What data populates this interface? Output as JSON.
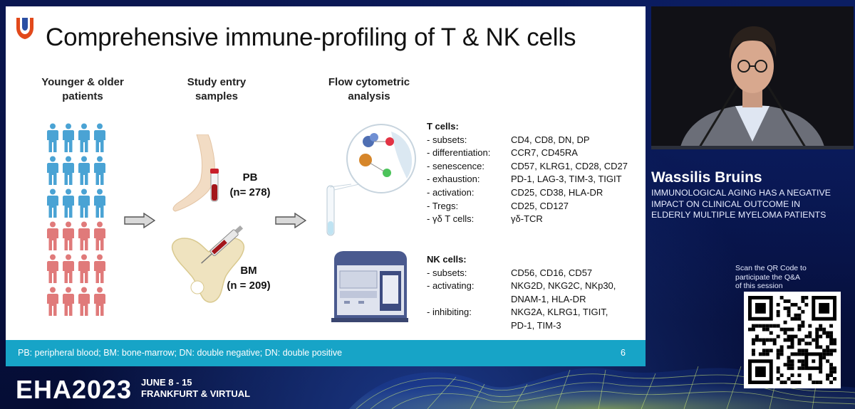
{
  "slide": {
    "title": "Comprehensive immune-profiling of T & NK cells",
    "columns": [
      {
        "lines": [
          "Younger & older",
          "patients"
        ]
      },
      {
        "lines": [
          "Study entry",
          "samples"
        ]
      },
      {
        "lines": [
          "Flow cytometric",
          "analysis"
        ]
      }
    ],
    "samples": {
      "pb": {
        "line1": "PB",
        "line2": "(n= 278)"
      },
      "bm": {
        "line1": "BM",
        "line2": "(n = 209)"
      }
    },
    "t_cells": {
      "title": "T cells:",
      "rows": [
        {
          "k": "- subsets:",
          "v": "CD4, CD8, DN, DP"
        },
        {
          "k": "- differentiation:",
          "v": "CCR7, CD45RA"
        },
        {
          "k": "- senescence:",
          "v": "CD57, KLRG1, CD28, CD27"
        },
        {
          "k": "- exhaustion:",
          "v": "PD-1, LAG-3, TIM-3, TIGIT"
        },
        {
          "k": "- activation:",
          "v": "CD25, CD38, HLA-DR"
        },
        {
          "k": "- Tregs:",
          "v": "CD25, CD127"
        },
        {
          "k": "- γδ T cells:",
          "v": "γδ-TCR"
        }
      ]
    },
    "nk_cells": {
      "title": "NK cells:",
      "rows": [
        {
          "k": "- subsets:",
          "v": "CD56, CD16, CD57"
        },
        {
          "k": "- activating:",
          "v": "NKG2D, NKG2C, NKp30,"
        },
        {
          "k": "",
          "v": "DNAM-1, HLA-DR"
        },
        {
          "k": "- inhibiting:",
          "v": "NKG2A, KLRG1, TIGIT,"
        },
        {
          "k": "",
          "v": "PD-1, TIM-3"
        }
      ]
    },
    "footnote": "PB: peripheral blood; BM: bone-marrow; DN: double negative; DN: double positive",
    "page_number": "6"
  },
  "speaker": {
    "name": "Wassilis Bruins",
    "talk_title_lines": [
      "IMMUNOLOGICAL AGING HAS A NEGATIVE",
      "IMPACT ON CLINICAL OUTCOME IN",
      "ELDERLY MULTIPLE MYELOMA PATIENTS"
    ]
  },
  "qr": {
    "lines": [
      "Scan the QR Code to",
      "participate the Q&A",
      "of this session"
    ]
  },
  "event": {
    "brand": "EHA2023",
    "dates": "JUNE 8 - 15",
    "location": "FRANKFURT & VIRTUAL"
  },
  "colors": {
    "footer_bar": "#17a4c7",
    "people_blue": "#4aa3d4",
    "people_red": "#e07a7a",
    "background": "#06103a"
  },
  "icons": [
    "eha-logo-icon",
    "person-icon",
    "arrow-right-icon",
    "arm-blood-tube-icon",
    "pelvis-syringe-icon",
    "cell-lens-icon",
    "flow-cytometer-icon",
    "qr-code-icon"
  ]
}
